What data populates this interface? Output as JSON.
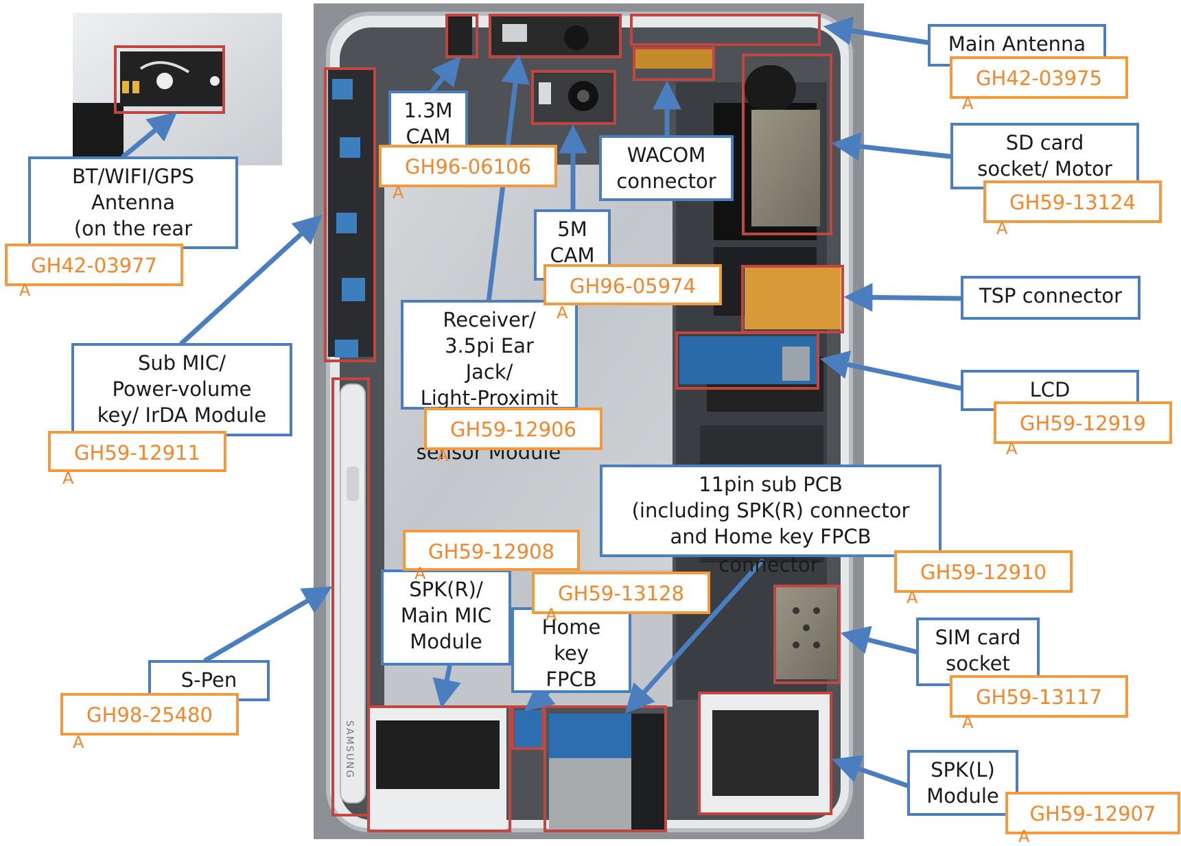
{
  "colors": {
    "label_border": "#4a7ebf",
    "part_border": "#f39a3c",
    "part_text": "#f3862a",
    "highlight": "#c0463f",
    "arrow": "#4a7ebf"
  },
  "labels": {
    "bt_wifi_gps": "BT/WIFI/GPS\nAntenna\n(on the rear",
    "sub_mic": "Sub MIC/\nPower-volume\nkey/ IrDA Module",
    "spen": "S-Pen",
    "cam13": "1.3M\nCAM",
    "cam5": "5M\nCAM",
    "receiver": "Receiver/\n3.5pi Ear\nJack/\nLight-Proximit",
    "receiver_tail": "sensor Module",
    "wacom": "WACOM\nconnector",
    "spk_r": "SPK(R)/\nMain MIC\nModule",
    "home_key": "Home\nkey\nFPCB",
    "sub_pcb": "11pin sub PCB\n(including SPK(R) connector\nand Home key FPCB",
    "sub_pcb_tail": "connector",
    "main_antenna": "Main Antenna",
    "sd_card": "SD card\nsocket/ Motor",
    "tsp": "TSP connector",
    "lcd": "LCD",
    "sim": "SIM card\nsocket",
    "spk_l": "SPK(L)\nModule"
  },
  "parts": {
    "bt_wifi_gps": "GH42-03977",
    "sub_mic": "GH59-12911",
    "spen": "GH98-25480",
    "cam13": "GH96-06106",
    "cam5": "GH96-05974",
    "receiver": "GH59-12906",
    "spk_r": "GH59-12908",
    "home_key": "GH59-13128",
    "sub_pcb": "GH59-12910",
    "main_antenna": "GH42-03975",
    "sd_card": "GH59-13124",
    "lcd": "GH59-12919",
    "sim": "GH59-13117",
    "spk_l": "GH59-12907",
    "suffix": "A"
  },
  "photo": {
    "brand_text": "SAMSUNG"
  }
}
